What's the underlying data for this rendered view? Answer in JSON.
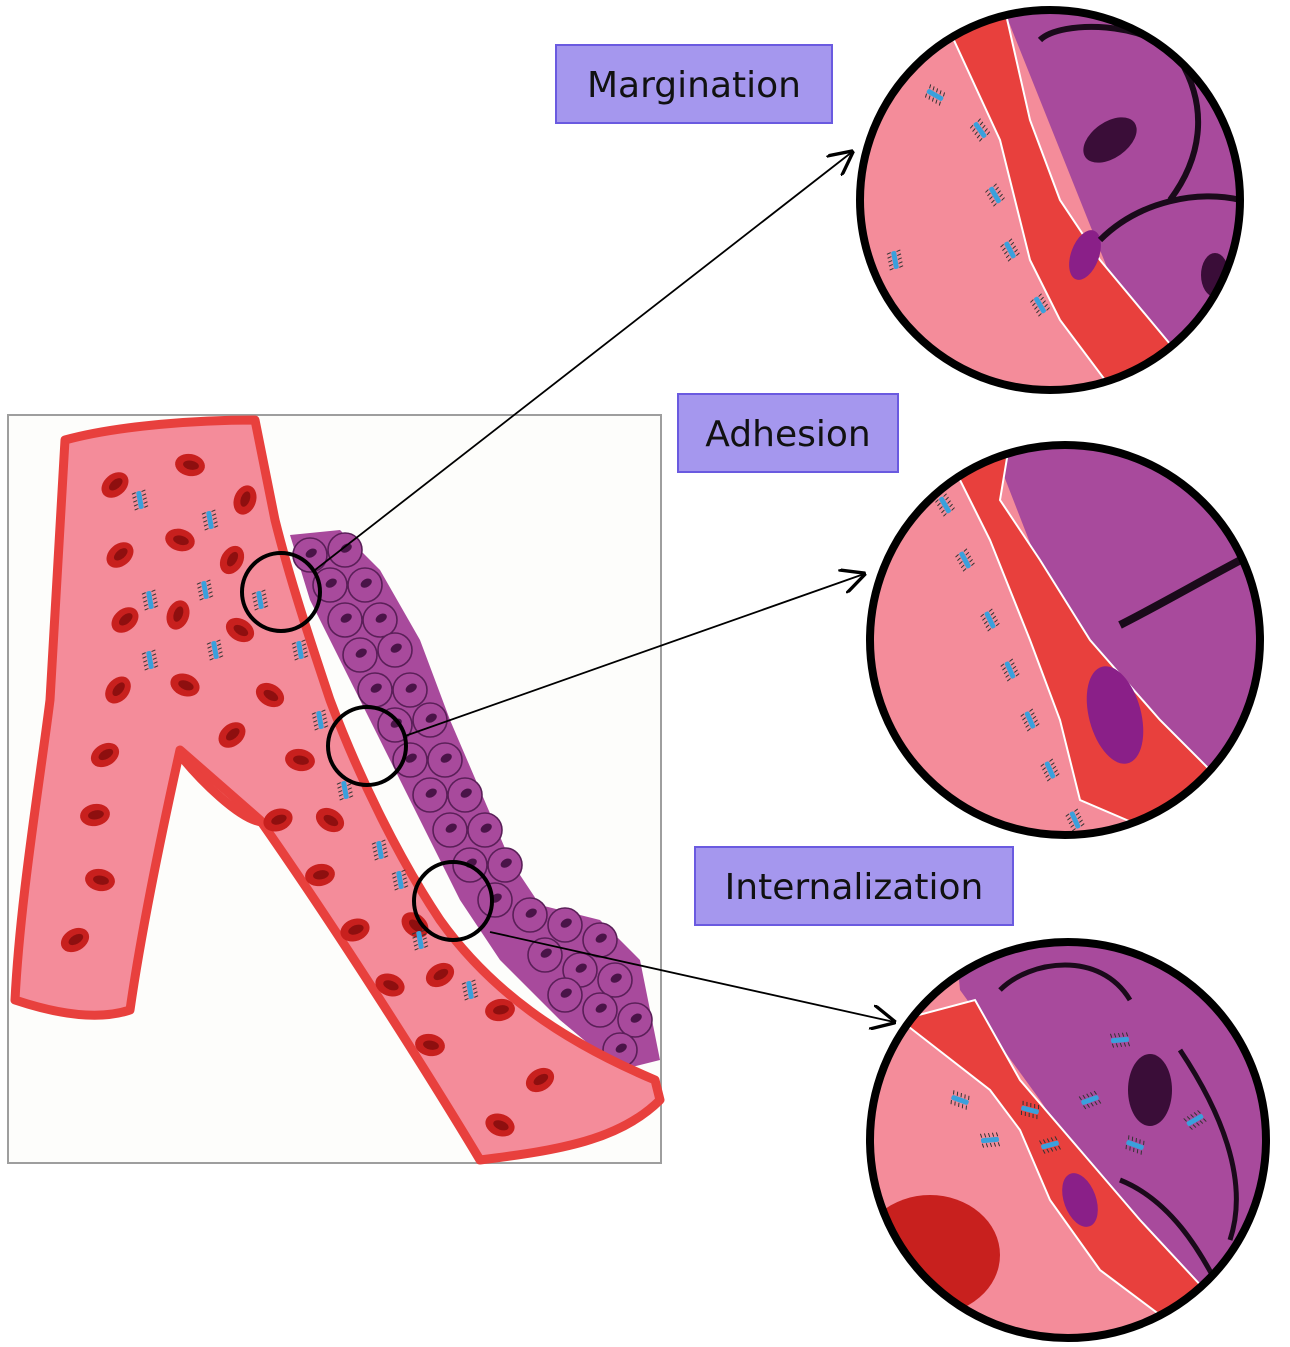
{
  "stages": [
    {
      "id": "margination",
      "label": "Margination"
    },
    {
      "id": "adhesion",
      "label": "Adhesion"
    },
    {
      "id": "internalization",
      "label": "Internalization"
    }
  ],
  "colors": {
    "label_box_fill": "#a597ee",
    "label_box_stroke": "#6a5ae0",
    "vessel_lumen": "#f48c9a",
    "vessel_wall": "#e8403d",
    "red_blood_cell": "#c8201e",
    "tumor_cell": "#a84a9c",
    "tumor_nucleus": "#4a1448",
    "endothelial_nucleus": "#8a1f88",
    "nanoparticle": "#3aa0dc",
    "circle_outline": "#000000",
    "panel_border": "#9e9e9e"
  }
}
